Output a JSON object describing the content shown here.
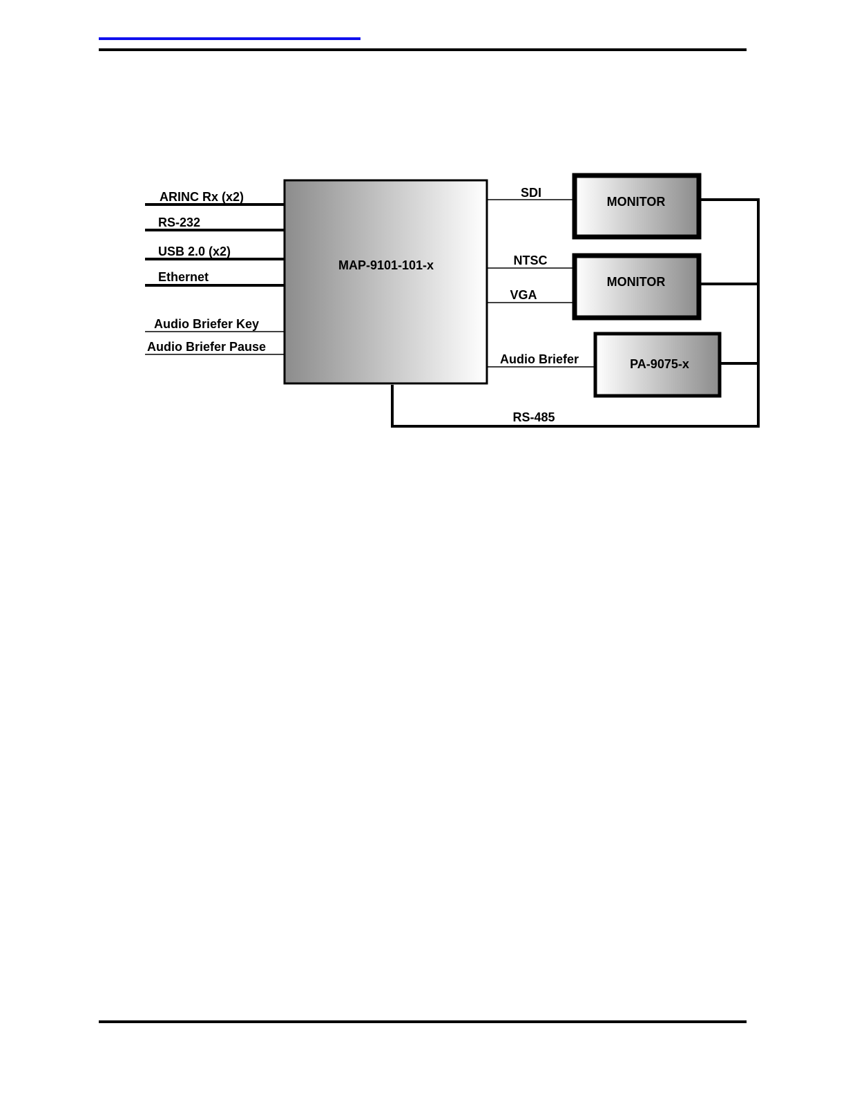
{
  "diagram": {
    "main_unit": "MAP-9101-101-x",
    "inputs": {
      "arinc": "ARINC Rx (x2)",
      "rs232": "RS-232",
      "usb": "USB 2.0 (x2)",
      "ethernet": "Ethernet",
      "briefer_key": "Audio Briefer Key",
      "briefer_pause": "Audio Briefer Pause"
    },
    "outputs": {
      "sdi": "SDI",
      "ntsc": "NTSC",
      "vga": "VGA",
      "audio_briefer": "Audio Briefer",
      "rs485": "RS-485"
    },
    "monitor_1": "MONITOR",
    "monitor_2": "MONITOR",
    "pa_unit": "PA-9075-x",
    "colors": {
      "header_link": "#1010ee",
      "gradient_dark": "#8c8c8c",
      "gradient_light": "#ffffff"
    }
  }
}
